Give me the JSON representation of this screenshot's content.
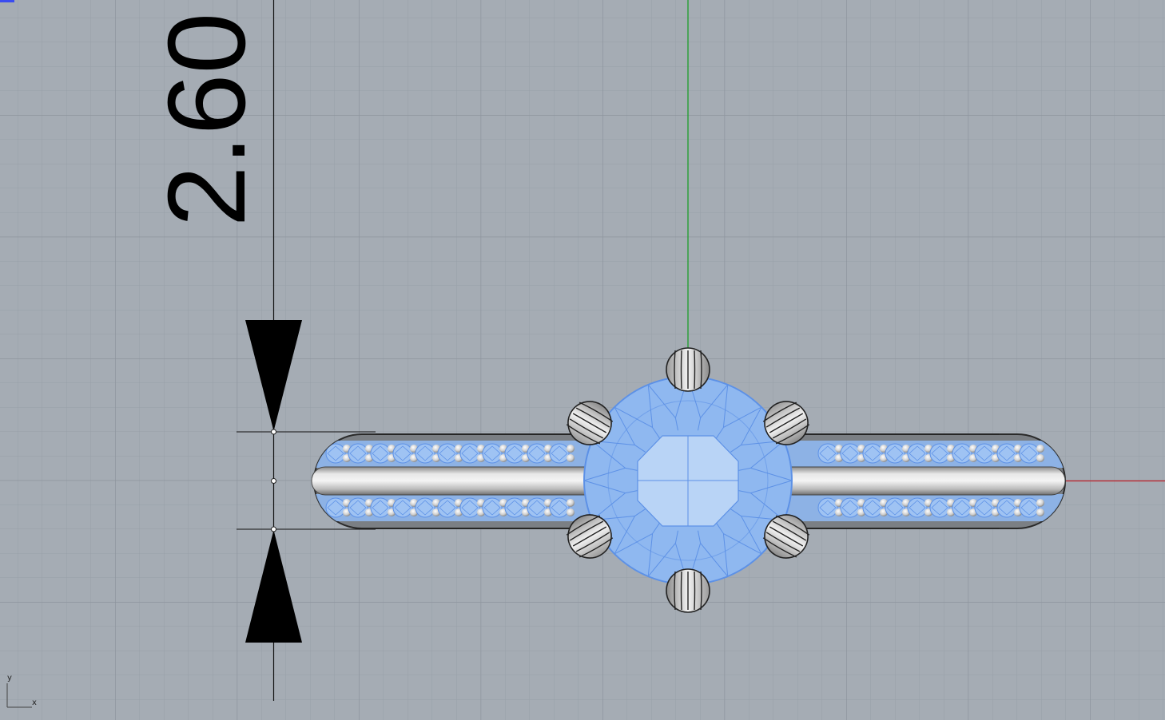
{
  "viewport": {
    "background": "#a5acb4",
    "grid_minor_color": "#989fa8",
    "grid_major_color": "#8d949d",
    "x_axis_color": "#c0202a",
    "y_axis_color": "#1d9e2a",
    "gem_fill": "#8fb8f0",
    "gem_line": "#5d91e6",
    "metal_color": "#d6d6d6"
  },
  "dimension": {
    "value": "2.60"
  },
  "axis_icon": {
    "x_label": "x",
    "y_label": "y"
  }
}
